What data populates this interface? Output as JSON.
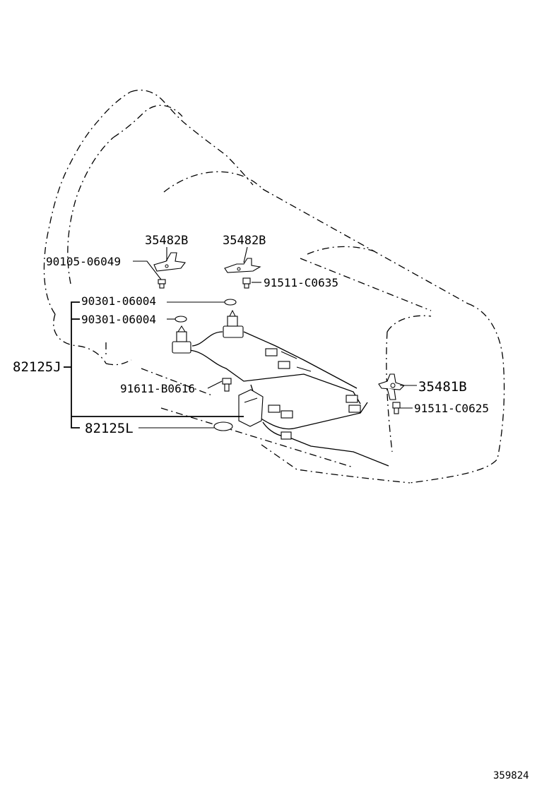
{
  "labels": {
    "bracket_left": "35482B",
    "bracket_right": "35482B",
    "bolt_left": "90105-06049",
    "screw_top": "91511-C0635",
    "gasket_top": "90301-06004",
    "gasket_second": "90301-06004",
    "harness_assembly": "82125J",
    "bolt_center": "91611-B0616",
    "bracket_side": "35481B",
    "screw_side": "91511-C0625",
    "harness_sub": "82125L"
  },
  "diagram_id": "359824"
}
